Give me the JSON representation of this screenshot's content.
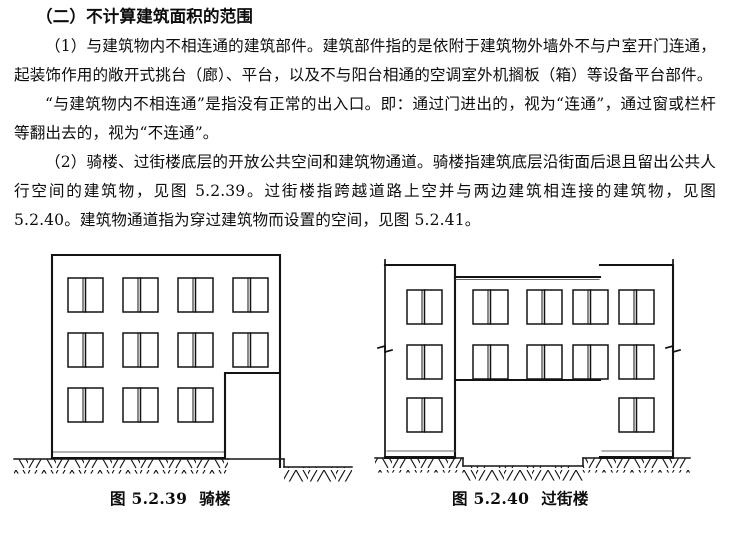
{
  "document": {
    "heading": "（二）不计算建筑面积的范围",
    "paragraphs": [
      "（1）与建筑物内不相连通的建筑部件。建筑部件指的是依附于建筑物外墙外不与户室开门连通，起装饰作用的敞开式挑台（廊）、平台，以及不与阳台相通的空调室外机搁板（箱）等设备平台部件。",
      "“与建筑物内不相连通”是指没有正常的出入口。即：通过门进出的，视为“连通”，通过窗或栏杆等翻出去的，视为“不连通”。",
      "（2）骑楼、过街楼底层的开放公共空间和建筑物通道。骑楼指建筑底层沿街面后退且留出公共人行空间的建筑物，见图 5.2.39。过街楼指跨越道路上空并与两边建筑相连接的建筑物，见图 5.2.40。建筑物通道指为穿过建筑物而设置的空间，见图 5.2.41。"
    ]
  },
  "figures": [
    {
      "id": "fig-5-2-39",
      "number": "图 5.2.39",
      "title": "骑楼",
      "description": "骑楼立面图：建筑底层沿街面后退，留出公共人行空间",
      "facade": {
        "floors": 3,
        "windows_per_floor": [
          4,
          4,
          3
        ],
        "recess_side": "right"
      }
    },
    {
      "id": "fig-5-2-40",
      "number": "图 5.2.40",
      "title": "过街楼",
      "description": "过街楼立面图：跨越道路上空并与两边建筑相连接",
      "facade": {
        "left_tower_floors": 3,
        "right_tower_floors": 3,
        "bridge_floors": 2,
        "bridge_windows_per_floor": 3
      }
    }
  ],
  "colors": {
    "ink": "#0d0d0d",
    "paper": "#ffffff",
    "line": "#1a1a1a",
    "line_light": "#555555"
  }
}
